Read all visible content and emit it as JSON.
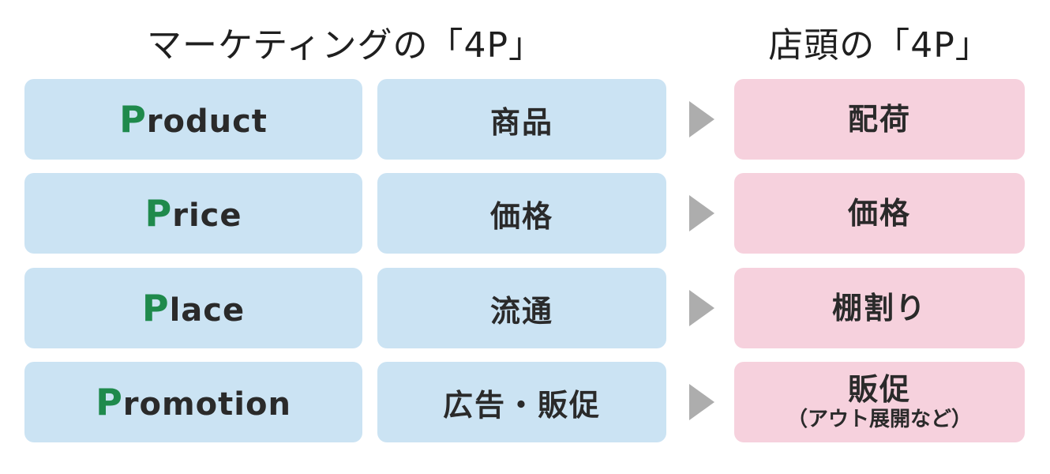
{
  "headings": {
    "marketing": "マーケティングの「4P」",
    "storefront": "店頭の「4P」"
  },
  "rows": [
    {
      "initial": "P",
      "rest": "roduct",
      "meaning": "商品",
      "store": "配荷",
      "store_note": ""
    },
    {
      "initial": "P",
      "rest": "rice",
      "meaning": "価格",
      "store": "価格",
      "store_note": ""
    },
    {
      "initial": "P",
      "rest": "lace",
      "meaning": "流通",
      "store": "棚割り",
      "store_note": ""
    },
    {
      "initial": "P",
      "rest": "romotion",
      "meaning": "広告・販促",
      "store": "販促",
      "store_note": "（アウト展開など）"
    }
  ],
  "colors": {
    "left_box": "#cbe3f3",
    "right_box": "#f6d1dd",
    "initial_letter": "#1f8a4c",
    "arrow": "#adadad"
  }
}
